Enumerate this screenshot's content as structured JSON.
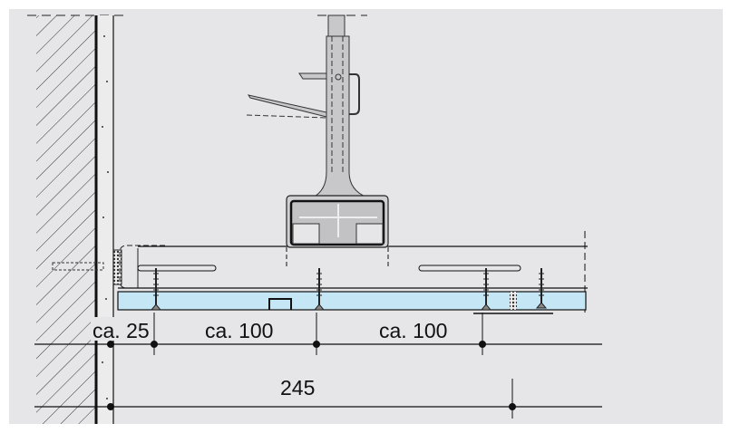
{
  "drawing": {
    "dimensions": {
      "edge_spacing": "ca. 25",
      "spacing_1": "ca. 100",
      "spacing_2": "ca. 100",
      "total": "245"
    },
    "colors": {
      "background": "#e6e6e8",
      "board": "#c5e6f5",
      "metal": "#c8c8ca",
      "line": "#1a1a1a"
    }
  }
}
